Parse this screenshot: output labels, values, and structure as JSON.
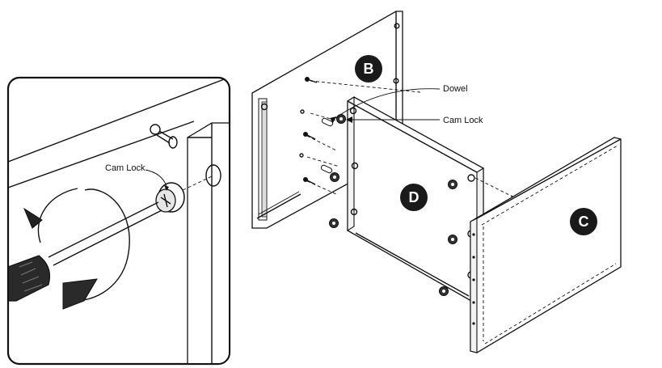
{
  "panels": {
    "b": "B",
    "c": "C",
    "d": "D"
  },
  "callouts": {
    "dowel": "Dowel",
    "cam_lock_main": "Cam Lock",
    "cam_lock_detail": "Cam Lock"
  },
  "colors": {
    "ink": "#111111",
    "badge": "#1a1a1a",
    "background": "#ffffff"
  }
}
